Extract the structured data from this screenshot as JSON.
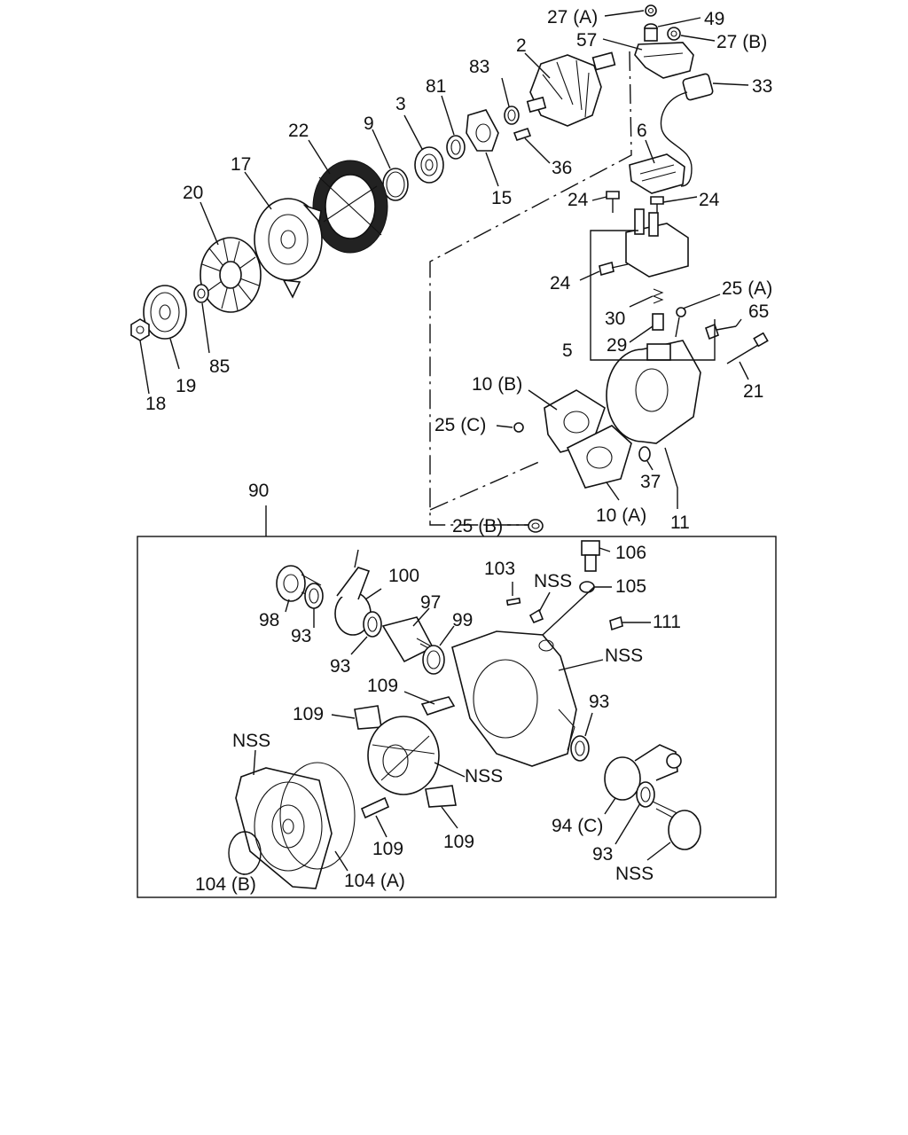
{
  "labels": {
    "l27a": "27 (A)",
    "l49": "49",
    "l57": "57",
    "l27b": "27 (B)",
    "l33": "33",
    "l2": "2",
    "l83": "83",
    "l81": "81",
    "l3": "3",
    "l9": "9",
    "l22": "22",
    "l17": "17",
    "l20": "20",
    "l36": "36",
    "l15": "15",
    "l6": "6",
    "l24a": "24",
    "l24b": "24",
    "l24c": "24",
    "l25a": "25 (A)",
    "l65": "65",
    "l30": "30",
    "l5": "5",
    "l29": "29",
    "l21": "21",
    "l85": "85",
    "l19": "19",
    "l18": "18",
    "l10b": "10 (B)",
    "l25c": "25 (C)",
    "l37": "37",
    "l10a": "10 (A)",
    "l11": "11",
    "l90": "90",
    "l25b": "25 (B)",
    "l106": "106",
    "l103": "103",
    "nss1": "NSS",
    "l105": "105",
    "l100": "100",
    "l97": "97",
    "l99": "99",
    "l98": "98",
    "l93a": "93",
    "l111": "111",
    "l93b": "93",
    "nss2": "NSS",
    "l109a": "109",
    "l93c": "93",
    "l109b": "109",
    "nss3": "NSS",
    "nss4": "NSS",
    "l109c": "109",
    "l109d": "109",
    "l94c": "94 (C)",
    "l93d": "93",
    "nss5": "NSS",
    "l104b": "104 (B)",
    "l104a": "104 (A)"
  }
}
